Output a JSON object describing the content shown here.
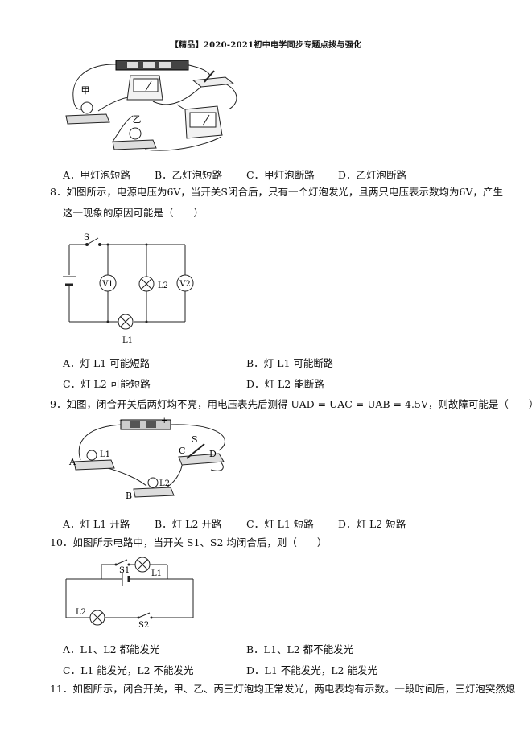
{
  "header": {
    "title": "【精品】2020-2021初中电学同步专题点拨与强化"
  },
  "q7": {
    "fig": {
      "lamp_a": "甲",
      "lamp_b": "乙"
    },
    "options": [
      "A．甲灯泡短路",
      "B．乙灯泡短路",
      "C．甲灯泡断路",
      "D．乙灯泡断路"
    ]
  },
  "q8": {
    "line1": "8．如图所示，电源电压为6V，当开关S闭合后，只有一个灯泡发光，且两只电压表示数均为6V，产生",
    "line2": "这一现象的原因可能是（　　）",
    "fig": {
      "switch": "S",
      "v1": "V1",
      "l2": "L2",
      "v2": "V2",
      "l1": "L1"
    },
    "options": [
      "A．灯 L1 可能短路",
      "B．灯 L1 可能断路",
      "C．灯 L2 可能短路",
      "D．灯 L2 能断路"
    ]
  },
  "q9": {
    "line1": "9．如图，闭合开关后两灯均不亮，用电压表先后测得 UAD = UAC = UAB = 4.5V，则故障可能是（　　）",
    "fig": {
      "a": "A",
      "b": "B",
      "c": "C",
      "d": "D",
      "s": "S",
      "l1": "L1",
      "l2": "L2",
      "minus": "-",
      "plus": "+"
    },
    "options": [
      "A．灯 L1 开路",
      "B．灯 L2 开路",
      "C．灯 L1 短路",
      "D．灯 L2 短路"
    ]
  },
  "q10": {
    "line1": "10．如图所示电路中，当开关 S1、S2 均闭合后，则（　　）",
    "fig": {
      "s1": "S1",
      "l1": "L1",
      "l2": "L2",
      "s2": "S2"
    },
    "options": [
      "A．L1、L2 都能发光",
      "B．L1、L2 都不能发光",
      "C．L1 能发光，L2 不能发光",
      "D．L1 不能发光，L2 能发光"
    ]
  },
  "q11": {
    "line1": "11．如图所示，闭合开关，甲、乙、丙三灯泡均正常发光，两电表均有示数。一段时间后，三灯泡突然熄"
  }
}
